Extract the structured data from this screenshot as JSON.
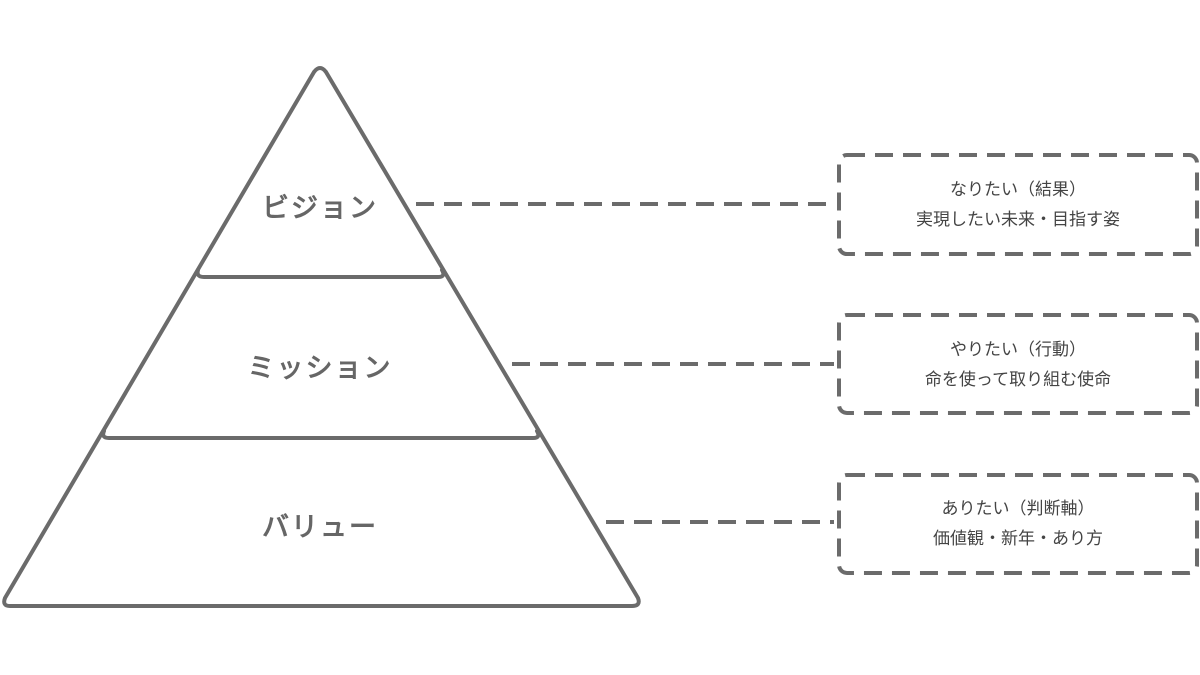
{
  "colors": {
    "stroke": "#6b6b6b",
    "text": "#444444"
  },
  "levels": [
    {
      "name": "ビジョン",
      "title": "なりたい（結果）",
      "desc": "実現したい未来・目指す姿"
    },
    {
      "name": "ミッション",
      "title": "やりたい（行動）",
      "desc": "命を使って取り組む使命"
    },
    {
      "name": "バリュー",
      "title": "ありたい（判断軸）",
      "desc": "価値観・新年・あり方"
    }
  ]
}
